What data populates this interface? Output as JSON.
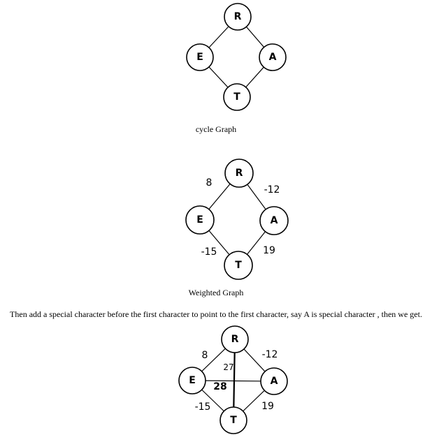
{
  "graphs": [
    {
      "caption": "cycle Graph",
      "nodes": {
        "R": "R",
        "E": "E",
        "A": "A",
        "T": "T"
      }
    },
    {
      "caption": "Weighted Graph",
      "nodes": {
        "R": "R",
        "E": "E",
        "A": "A",
        "T": "T"
      },
      "weights": {
        "E_R": "8",
        "R_A": "-12",
        "E_T": "-15",
        "A_T": "19"
      }
    },
    {
      "nodes": {
        "R": "R",
        "E": "E",
        "A": "A",
        "T": "T"
      },
      "weights": {
        "E_R": "8",
        "R_A": "-12",
        "E_T": "-15",
        "A_T": "19",
        "R_T": "27",
        "E_A": "28"
      }
    }
  ],
  "note": "Then add a special character before the first character to point to the first character, say A is special character , then we get."
}
